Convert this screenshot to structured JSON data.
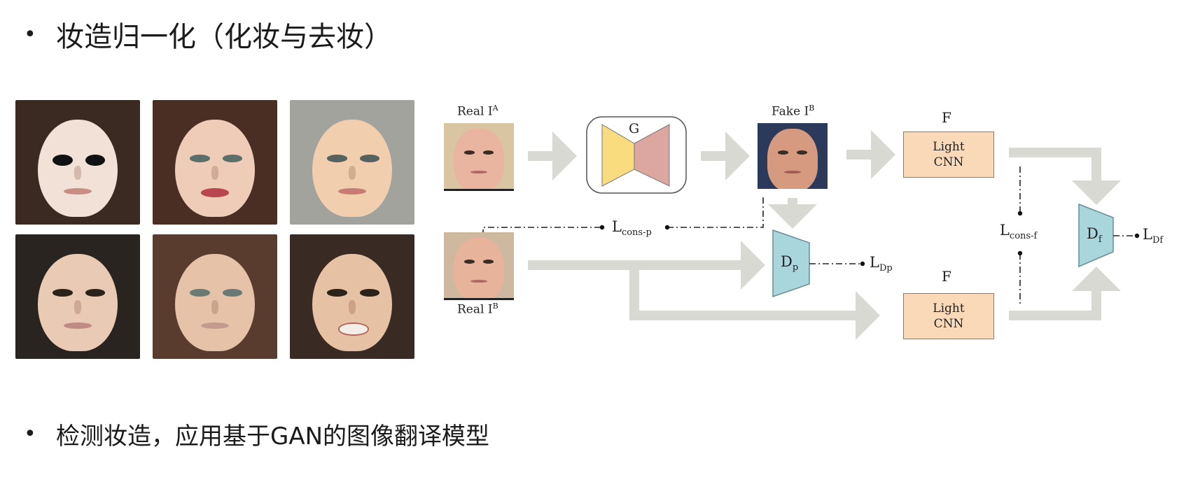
{
  "bullets": [
    {
      "dot": "•",
      "text": "妆造归一化（化妆与去妆）"
    },
    {
      "dot": "•",
      "text": "检测妆造，应用基于GAN的图像翻译模型"
    }
  ],
  "diagram": {
    "real_a_label": "Real I",
    "real_a_sup": "A",
    "fake_b_label": "Fake I",
    "fake_b_sup": "B",
    "real_b_label": "Real I",
    "real_b_sup": "B",
    "generator_label": "G",
    "f_label_top": "F",
    "f_label_bottom": "F",
    "cnn_top": {
      "line1": "Light",
      "line2": "CNN"
    },
    "cnn_bottom": {
      "line1": "Light",
      "line2": "CNN"
    },
    "dp_label": "D",
    "dp_sub": "p",
    "df_label": "D",
    "df_sub": "f",
    "l_cons_p": "L",
    "l_cons_p_sub": "cons-p",
    "l_cons_f": "L",
    "l_cons_f_sub": "cons-f",
    "l_dp": "L",
    "l_dp_sub": "Dp",
    "l_df": "L",
    "l_df_sub": "Df",
    "colors": {
      "generator_left": "#f8dc7e",
      "generator_right": "#dba7a0",
      "discriminator": "#a9d6dd",
      "cnn_box": "#f9d9b8",
      "arrow": "#d9d9d4"
    }
  }
}
